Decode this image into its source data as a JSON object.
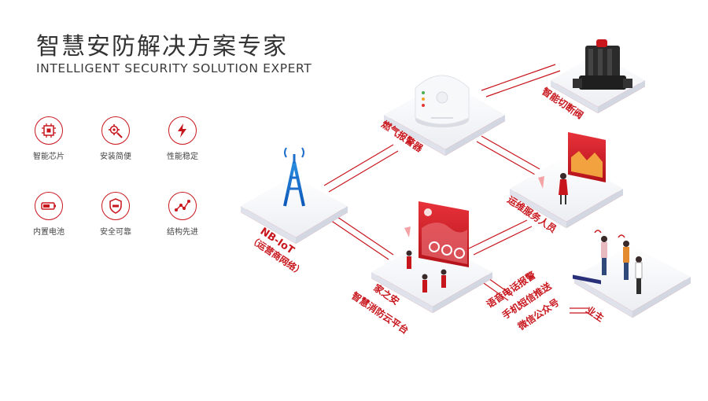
{
  "header": {
    "title": "智慧安防解决方案专家",
    "subtitle": "INTELLIGENT SECURITY SOLUTION EXPERT"
  },
  "features": [
    {
      "label": "智能芯片",
      "icon": "chip-icon"
    },
    {
      "label": "安装简便",
      "icon": "gear-wrench-icon"
    },
    {
      "label": "性能稳定",
      "icon": "lightning-icon"
    },
    {
      "label": "内置电池",
      "icon": "battery-icon"
    },
    {
      "label": "安全可靠",
      "icon": "shield-icon"
    },
    {
      "label": "结构先进",
      "icon": "structure-nodes-icon"
    }
  ],
  "nodes": {
    "nb_iot": {
      "line1": "NB-IoT",
      "line2": "（运营商网络）",
      "icon": "signal-tower-icon"
    },
    "gas_alarm": {
      "label": "燃气报警器",
      "icon": "gas-detector-icon"
    },
    "shutoff_valve": {
      "label": "智能切断阀",
      "icon": "shutoff-valve-icon"
    },
    "platform": {
      "line1": "家之安",
      "line2": "智慧消防云平台",
      "icon": "cloud-platform-screen-icon"
    },
    "ops_staff": {
      "label": "运维服务人员",
      "icon": "ops-staff-screen-icon"
    },
    "owner": {
      "label": "业主",
      "icon": "owners-group-icon"
    }
  },
  "notify_methods": [
    "语音电话报警",
    "手机短信推送",
    "微信公众号"
  ],
  "colors": {
    "accent": "#c8161d",
    "platform_top": "#f4f5f8",
    "platform_side": "#dfe2ea",
    "text": "#333333"
  }
}
